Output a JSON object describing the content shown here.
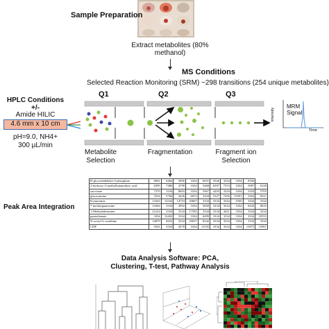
{
  "sample_preparation": {
    "title": "Sample Preparation"
  },
  "extract": {
    "line1": "Extract metabolites (80%",
    "line2": "methanol)"
  },
  "ms_conditions": {
    "title": "MS Conditions",
    "srm_text": "Selected Reaction Monitoring (SRM) ~298 transitions (254 unique metabolites)",
    "q1": "Q1",
    "q2": "Q2",
    "q3": "Q3"
  },
  "stages": {
    "metabolite": {
      "line1": "Metabolite",
      "line2": "Selection"
    },
    "fragmentation": {
      "line1": "Fragmentation"
    },
    "fragment": {
      "line1": "Fragment ion",
      "line2": "Selection"
    }
  },
  "mrm_plot": {
    "signal_line1": "MRM",
    "signal_line2": "Signal",
    "ylabel": "Intensity",
    "xlabel": "Time"
  },
  "hplc": {
    "title": "HPLC Conditions",
    "plusminus": "+/-",
    "column_type": "Amide HILIC",
    "column_size": "4.6 mm x 10 cm",
    "ph": "pH=9.0, NH4+",
    "flow": "300 µL/min"
  },
  "peak_area": {
    "title": "Peak Area Integration"
  },
  "table": {
    "rows": [
      [
        "D-glyceraldehdye-3-phosphate",
        "6961",
        "6464",
        "5856",
        "3334",
        "6931",
        "5526",
        "3334",
        "3334",
        "8166"
      ],
      [
        "2-hydroxy-2-methylbutanedioic acid",
        "6395",
        "7486",
        "4790",
        "3334",
        "5468",
        "6397",
        "7374",
        "3334",
        "5987",
        "6128"
      ],
      [
        "succinate",
        "7370",
        "3334",
        "8603",
        "3334",
        "5967",
        "4203",
        "3334",
        "3334",
        "3334",
        "5705"
      ],
      [
        "glucosamine",
        "3334",
        "5766",
        "4426",
        "6072",
        "3334",
        "5327",
        "7456",
        "15591",
        "5262",
        "8321"
      ],
      [
        "Kynurenine",
        "13443",
        "13334",
        "14754",
        "10667",
        "3334",
        "3334",
        "3334",
        "4760",
        "3334",
        "3334"
      ],
      [
        "7-methylguanosine",
        "11664",
        "3334",
        "4992",
        "3334",
        "5850",
        "3334",
        "3334",
        "3334",
        "8243",
        "8635"
      ],
      [
        "1-Methyladenosine",
        "21222",
        "3334",
        "3334",
        "17582",
        "3334",
        "3334",
        "4451",
        "3334",
        "3334",
        "3334"
      ],
      [
        "pantothenate",
        "3334",
        "12402",
        "3334",
        "3334",
        "6499",
        "3334",
        "3334",
        "3334",
        "3334",
        "10555"
      ],
      [
        "N-acetyl-L-ornithine",
        "14879",
        "4652",
        "3334",
        "18037",
        "8242",
        "3334",
        "3334",
        "3334",
        "3334",
        "3334"
      ],
      [
        "CDP",
        "9341",
        "3334",
        "4578",
        "3334",
        "11535",
        "3334",
        "3334",
        "3334",
        "15875",
        "15967"
      ]
    ]
  },
  "analysis": {
    "line1": "Data Analysis Software: PCA,",
    "line2": "Clustering, T-test, Pathway Analysis"
  },
  "colors": {
    "hplc_box_fill": "#f4b8a0",
    "hplc_box_border": "#3d6fb5",
    "quad_grey": "#c9c9c9",
    "mrm_peak": "#6fa6dc",
    "ball_green": "#8bc34a",
    "ball_red": "#e53935",
    "ball_blue": "#3949ab",
    "tube_red": "#d32f2f",
    "tube_green": "#388e3c",
    "tube_blue": "#1e88e5"
  }
}
